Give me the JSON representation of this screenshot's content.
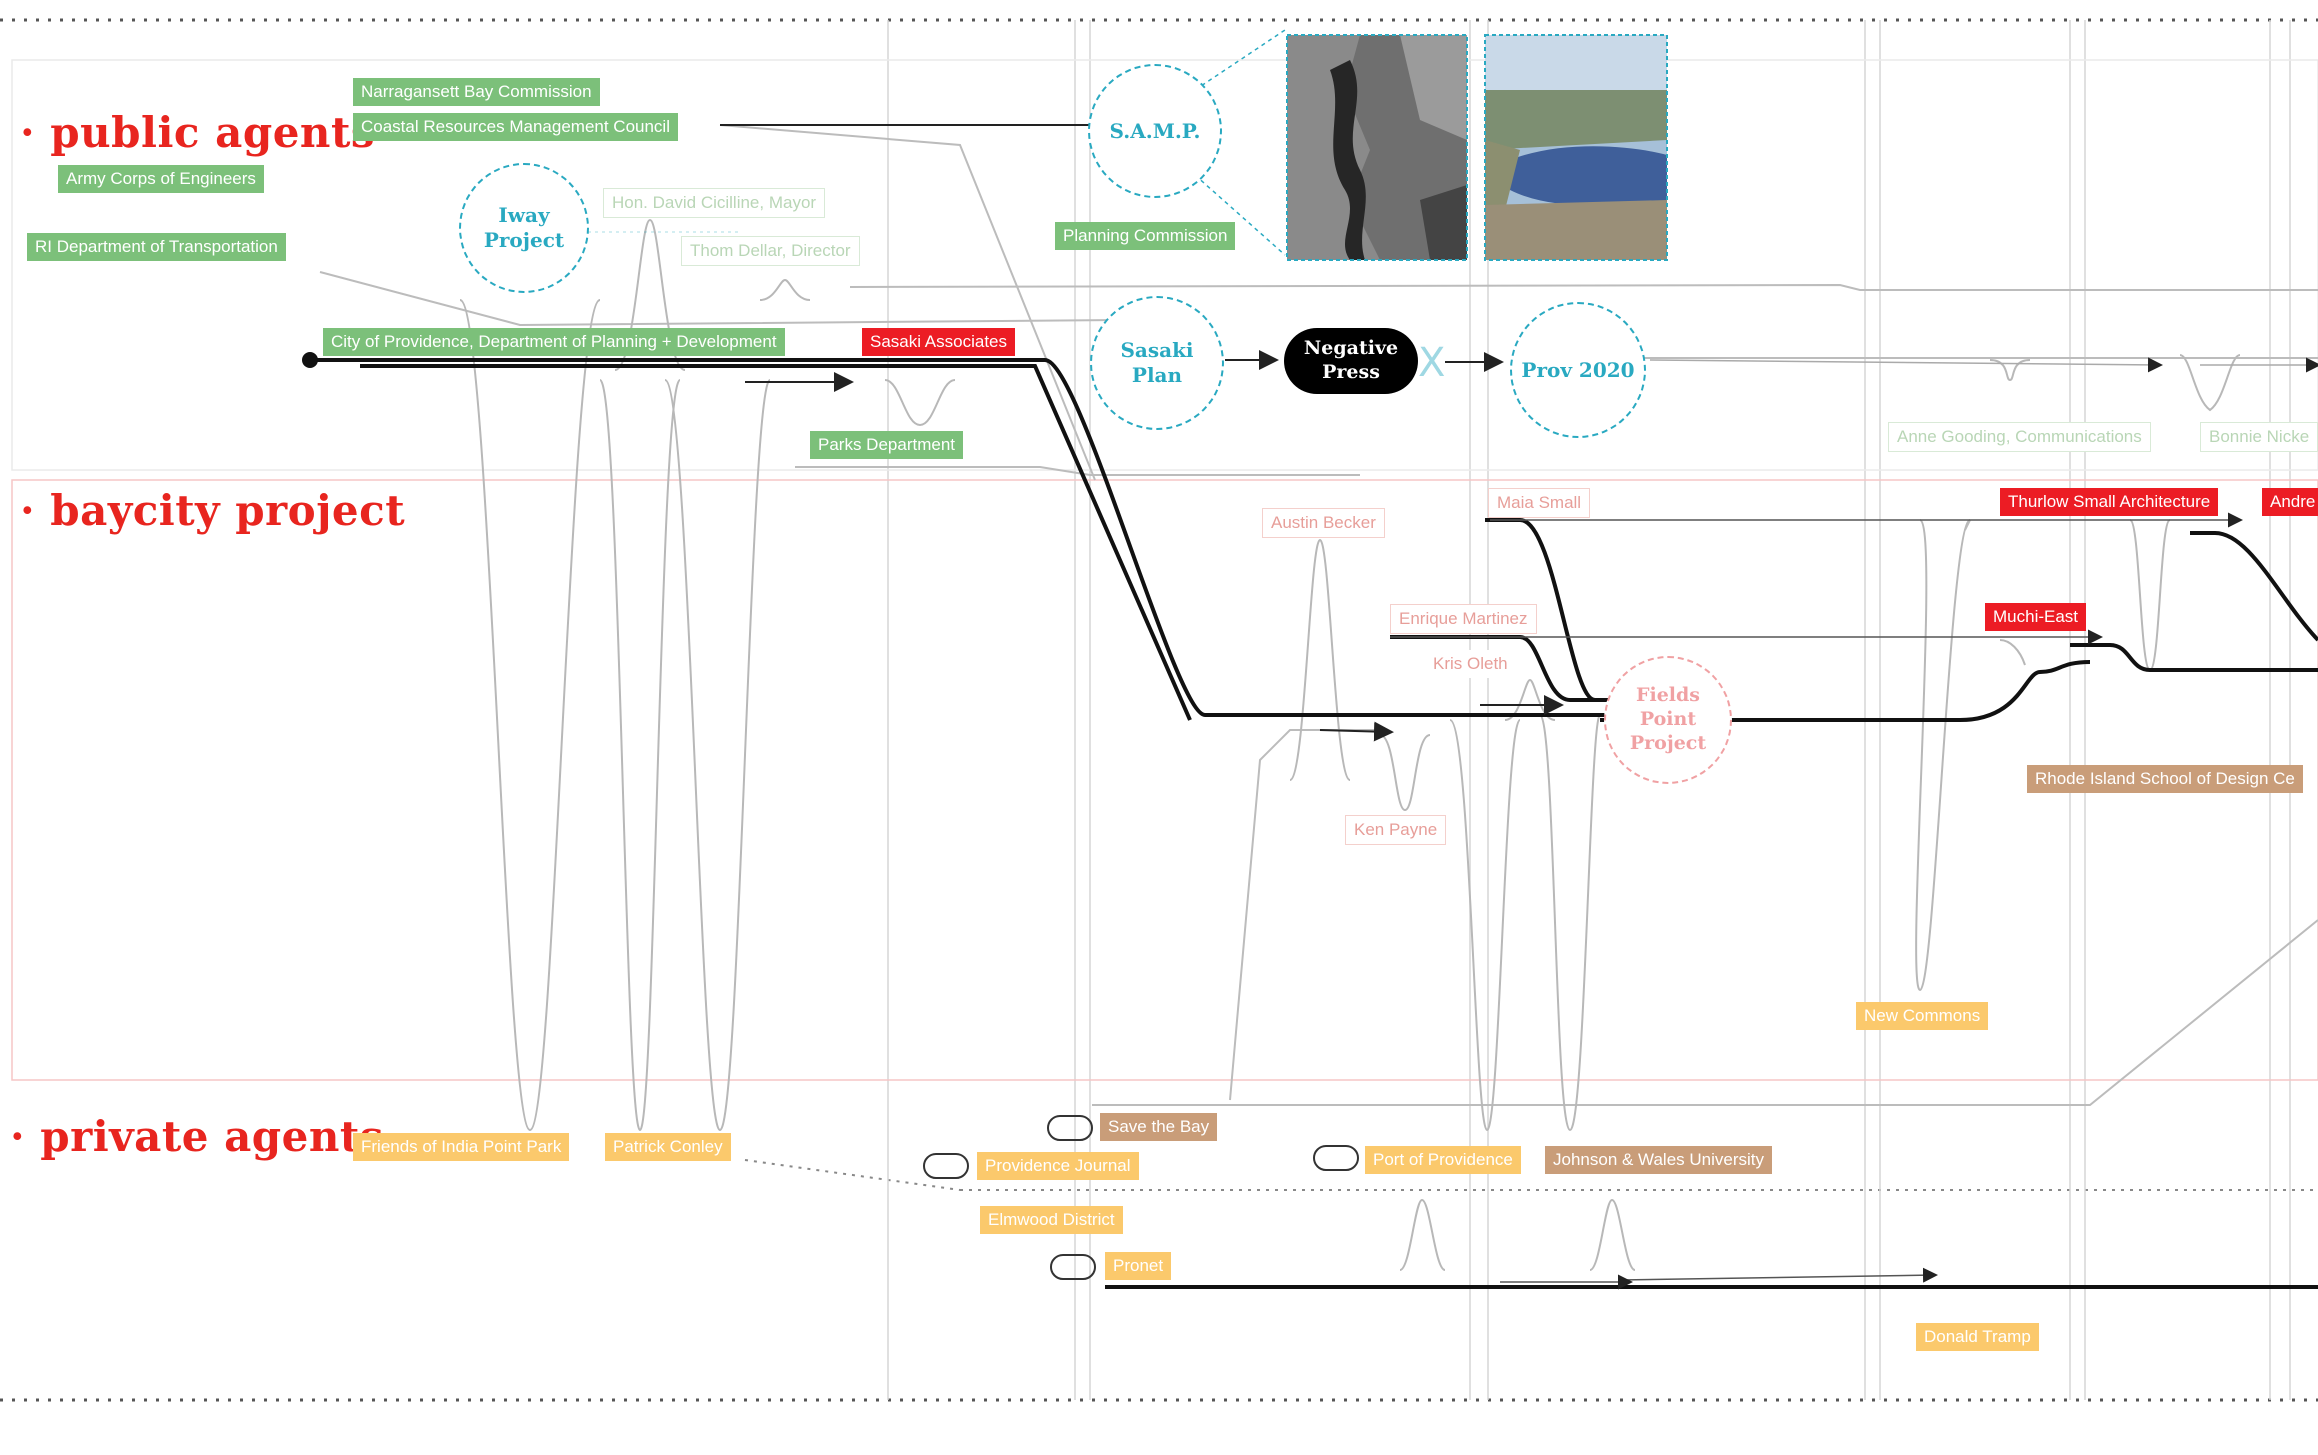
{
  "sections": {
    "public": "public agents",
    "baycity": "baycity project",
    "private": "private agents"
  },
  "public_tags": {
    "narragansett": "Narragansett Bay Commission",
    "coastal": "Coastal Resources Management Council",
    "army": "Army Corps of Engineers",
    "ridot": "RI Department of Transportation",
    "mayor": "Hon. David Cicilline, Mayor",
    "dellar": "Thom Dellar, Director",
    "planning_commission": "Planning Commission",
    "city_planning": "City of Providence, Department of Planning + Development",
    "sasaki_assoc": "Sasaki Associates",
    "parks": "Parks Department",
    "gooding": "Anne Gooding, Communications",
    "nickerson": "Bonnie Nicke"
  },
  "project_nodes": {
    "iway": "Iway Project",
    "samp": "S.A.M.P.",
    "sasaki_plan": "Sasaki Plan",
    "negative_press": "Negative Press",
    "x_mark": "X",
    "prov2020": "Prov 2020",
    "fields_point": "Fields Point Project"
  },
  "baycity_tags": {
    "austin": "Austin Becker",
    "maia": "Maia Small",
    "enrique": "Enrique Martinez",
    "kris": "Kris Oleth",
    "ken": "Ken Payne",
    "thurlow": "Thurlow Small Architecture",
    "andre": "Andre",
    "muchi": "Muchi-East",
    "risd": "Rhode Island School of Design Ce",
    "new_commons": "New Commons"
  },
  "private_tags": {
    "friends": "Friends of India Point Park",
    "conley": "Patrick Conley",
    "save_bay": "Save the Bay",
    "journal": "Providence Journal",
    "elmwood": "Elmwood District",
    "pronet": "Pronet",
    "port": "Port of Providence",
    "jwu": "Johnson & Wales University",
    "trump": "Donald Tramp"
  },
  "colors": {
    "public_green": "#7cc07a",
    "project_red": "#ec1c24",
    "private_yellow": "#fbc96c",
    "private_brown": "#c99d79",
    "node_cyan": "#29a9c1",
    "heading_red": "#e8251f"
  }
}
